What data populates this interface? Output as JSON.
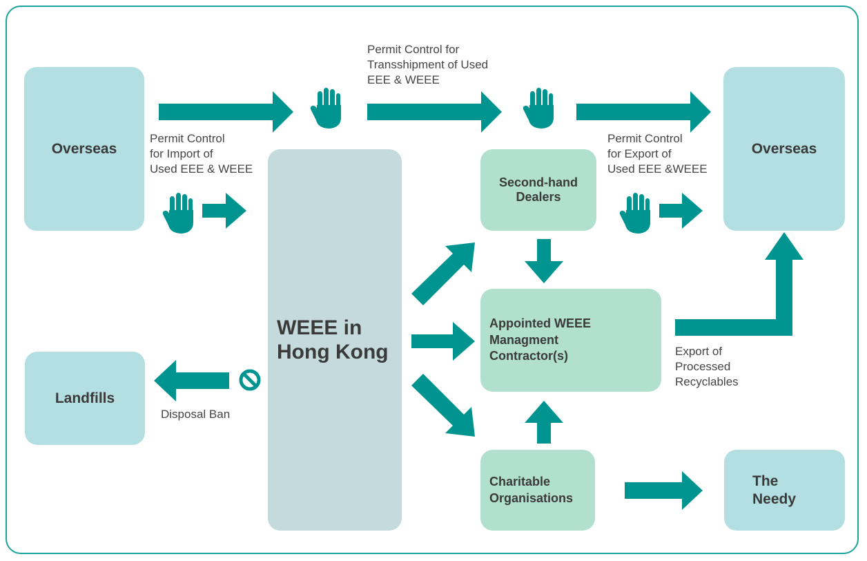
{
  "boxes": {
    "overseas_left": "Overseas",
    "overseas_right": "Overseas",
    "landfills": "Landfills",
    "weee_hk": "WEEE in\nHong Kong",
    "second_hand": "Second-hand\nDealers",
    "contractor": "Appointed WEEE\nManagment\nContractor(s)",
    "charitable": "Charitable\nOrganisations",
    "needy": "The\nNeedy"
  },
  "labels": {
    "transshipment": "Permit Control for\nTransshipment of Used\nEEE & WEEE",
    "import": "Permit Control\nfor Import of\nUsed EEE & WEEE",
    "export": "Permit Control\nfor Export of\nUsed EEE &WEEE",
    "disposal_ban": "Disposal Ban",
    "export_recyclables": "Export of\nProcessed\nRecyclables"
  },
  "colors": {
    "arrow": "#009490",
    "frame": "#1aa39a",
    "box_blue": "#b3dfe3",
    "box_grey": "#c4dadd",
    "box_mint": "#b2e0cf"
  },
  "icons": [
    "stop-hand-icon",
    "no-entry-icon"
  ]
}
